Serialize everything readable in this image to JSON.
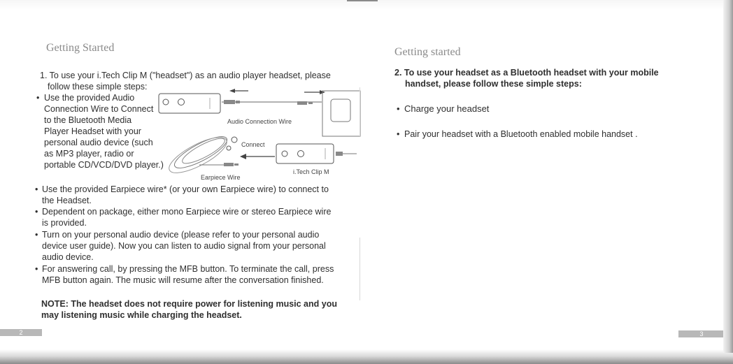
{
  "left": {
    "heading": "Getting Started",
    "step1": {
      "line1": "1. To use your i.Tech Clip M (\"headset\") as an audio player headset, please",
      "line2": "follow these simple steps:"
    },
    "bullet1": [
      "Use the provided Audio",
      "Connection Wire to Connect",
      "to the Bluetooth Media",
      "Player Headset with your",
      "personal audio device (such",
      "as MP3 player, radio or",
      "portable CD/VCD/DVD player.)"
    ],
    "diagram": {
      "audio_label": "Audio Connection Wire",
      "connect_label": "Connect",
      "earpiece_label": "Earpiece Wire",
      "device_label": "i.Tech Clip M"
    },
    "bullets": [
      [
        "Use the provided Earpiece wire* (or your own Earpiece wire) to connect to",
        "the Headset."
      ],
      [
        "Dependent on package, either mono Earpiece wire or stereo Earpiece wire",
        "is provided."
      ],
      [
        "Turn on your personal audio device (please refer to your personal audio",
        "device user guide).  Now you can listen to audio signal from your personal",
        "audio device."
      ],
      [
        "For answering call, by pressing the MFB button. To terminate the call, press",
        "MFB button again. The music will resume after the conversation finished."
      ]
    ],
    "note": [
      "NOTE: The headset does not require power for listening music and you",
      "may listening music while charging the headset."
    ],
    "page_number": "2"
  },
  "right": {
    "heading": "Getting started",
    "step2": {
      "line1": "2. To use your headset as a Bluetooth headset with your mobile",
      "line2": "handset, please follow these simple steps:"
    },
    "bullet_charge": "Charge your headset",
    "bullet_pair": "Pair your headset with a Bluetooth enabled mobile handset .",
    "page_number": "3"
  }
}
